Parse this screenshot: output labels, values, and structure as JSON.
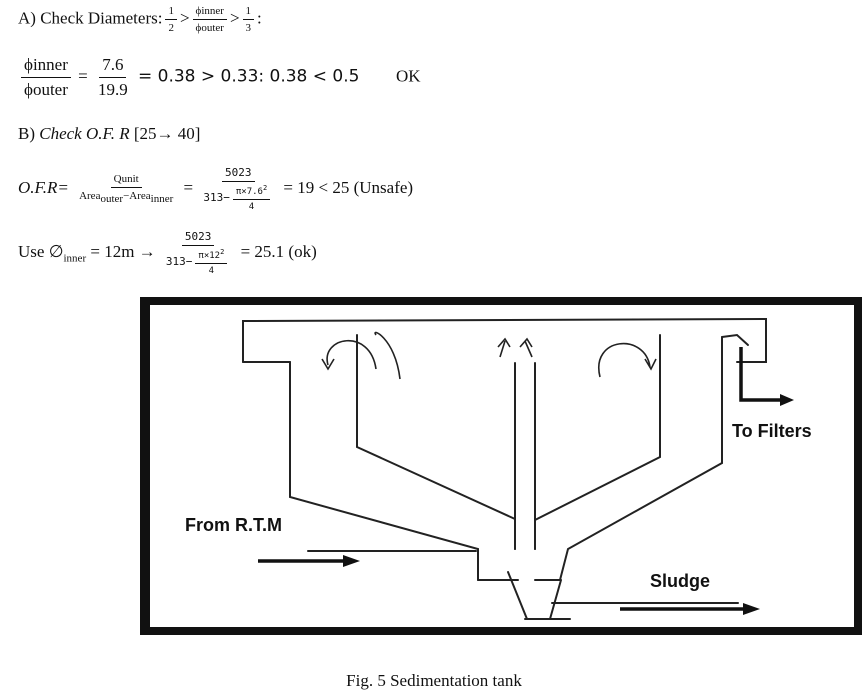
{
  "sections": {
    "a": {
      "heading": "A) Check Diameters:",
      "cond_left": {
        "num": "1",
        "den": "2"
      },
      "cond_mid": {
        "num": "ϕinner",
        "den": "ϕouter"
      },
      "cond_right": {
        "num": "1",
        "den": "3"
      },
      "gt": ">",
      "colon": ":",
      "ratio": {
        "num": "ϕinner",
        "den": "ϕouter"
      },
      "eq": "=",
      "values": {
        "num": "7.6",
        "den": "19.9"
      },
      "result": "= 0.38 > 0.33: 0.38 < 0.5",
      "ok": "OK"
    },
    "b": {
      "prefix": "B) ",
      "heading": "Check O.F. R",
      "range": "[25→ 40]",
      "ofr_label": "O.F.R=",
      "ofr_num": "Qunit",
      "area_word": "Area",
      "outer_sub": "outer",
      "minus": "−",
      "inner_sub": "inner",
      "eq": "=",
      "calc1_num": "5023",
      "calc1_den_prefix": "313−",
      "calc1_sub_num": "π×7.6",
      "calc1_sup": "2",
      "calc1_sub_den": "4",
      "result1": "= 19 < 25 (Unsafe)"
    },
    "c": {
      "use_text": "Use ∅",
      "inner_sub": "inner",
      "value": " = 12m →",
      "calc_num": "5023",
      "calc_den_prefix": "313−",
      "calc_sub_num": "π×12",
      "calc_sup": "2",
      "calc_sub_den": "4",
      "result": "= 25.1 (ok)"
    }
  },
  "diagram": {
    "labels": {
      "to_filters": "To Filters",
      "from_rtm": "From  R.T.M",
      "sludge": "Sludge"
    }
  },
  "caption": "Fig. 5 Sedimentation tank"
}
